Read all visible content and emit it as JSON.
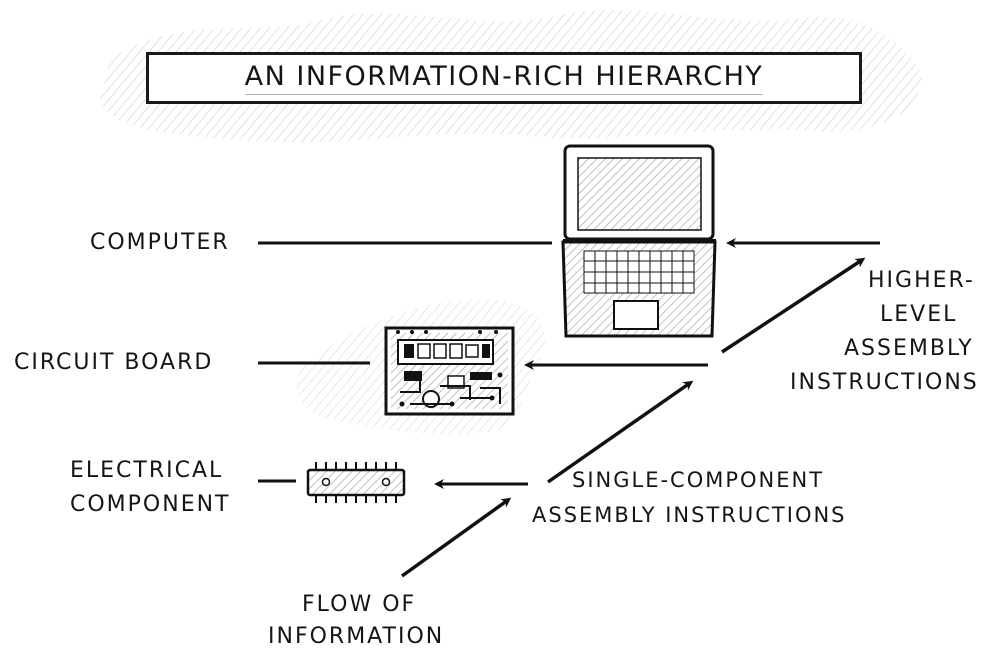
{
  "title": "AN INFORMATION-RICH HIERARCHY",
  "levels": [
    {
      "label": "COMPUTER",
      "icon": "laptop-icon"
    },
    {
      "label": "CIRCUIT BOARD",
      "icon": "circuit-board-icon"
    },
    {
      "label_lines": [
        "ELECTRICAL",
        "COMPONENT"
      ],
      "icon": "chip-icon"
    }
  ],
  "instructions": {
    "higher_level": [
      "HIGHER-",
      "LEVEL",
      "ASSEMBLY",
      "INSTRUCTIONS"
    ],
    "single_component": [
      "SINGLE-COMPONENT",
      "ASSEMBLY INSTRUCTIONS"
    ]
  },
  "flow_label": [
    "FLOW OF",
    "INFORMATION"
  ]
}
